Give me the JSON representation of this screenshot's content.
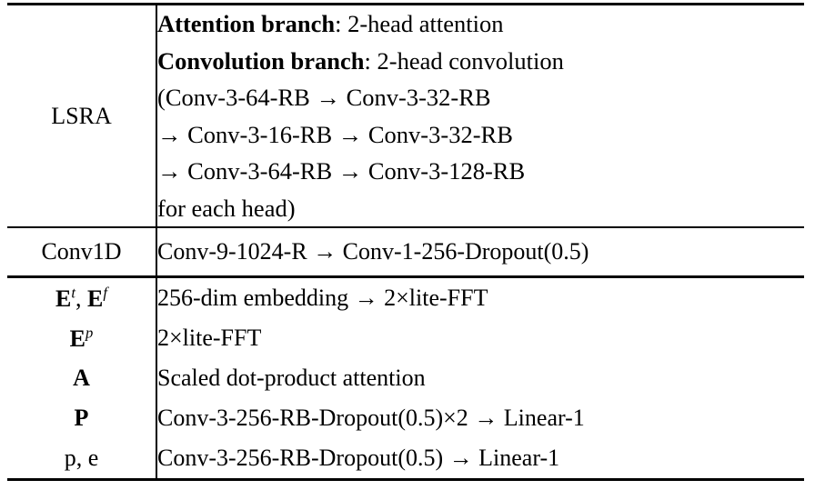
{
  "table": {
    "type": "architecture-spec-table",
    "columns": 2,
    "rules": {
      "top": "thick",
      "after_lsra": "thin",
      "after_conv1d": "thick",
      "bottom": "thick"
    },
    "sections": [
      {
        "name": "lsra-section",
        "rows": [
          {
            "id": "lsra",
            "label": "LSRA",
            "label_style": "plain",
            "body_lines": [
              {
                "bold_prefix": "Attention branch",
                "rest": ": 2-head attention"
              },
              {
                "bold_prefix": "Convolution branch",
                "rest": ": 2-head convolution"
              },
              {
                "bold_prefix": "",
                "rest": "(Conv-3-64-RB → Conv-3-32-RB"
              },
              {
                "bold_prefix": "",
                "rest": "→ Conv-3-16-RB → Conv-3-32-RB"
              },
              {
                "bold_prefix": "",
                "rest": "→ Conv-3-64-RB → Conv-3-128-RB"
              },
              {
                "bold_prefix": "",
                "rest": "for each head)"
              }
            ]
          }
        ]
      },
      {
        "name": "conv1d-section",
        "rows": [
          {
            "id": "conv1d",
            "label": "Conv1D",
            "label_style": "plain",
            "body": "Conv-9-1024-R → Conv-1-256-Dropout(0.5)"
          }
        ]
      },
      {
        "name": "modules-section",
        "rows": [
          {
            "id": "embeddings-tf",
            "label_parts": [
              {
                "base": "E",
                "sup": "t",
                "bold": true
              },
              {
                "base": ", ",
                "sup": "",
                "bold": false
              },
              {
                "base": "E",
                "sup": "f",
                "bold": true
              }
            ],
            "body": "256-dim embedding → 2×lite-FFT"
          },
          {
            "id": "embedding-p",
            "label_parts": [
              {
                "base": "E",
                "sup": "p",
                "bold": true
              }
            ],
            "body": "2×lite-FFT"
          },
          {
            "id": "attention-a",
            "label_parts": [
              {
                "base": "A",
                "sup": "",
                "bold": true
              }
            ],
            "body": "Scaled dot-product attention"
          },
          {
            "id": "predictor-p",
            "label_parts": [
              {
                "base": "P",
                "sup": "",
                "bold": true
              }
            ],
            "body": "Conv-3-256-RB-Dropout(0.5)×2 → Linear-1"
          },
          {
            "id": "scalars-p-e",
            "label_parts": [
              {
                "base": "p, e",
                "sup": "",
                "bold": false
              }
            ],
            "body": "Conv-3-256-RB-Dropout(0.5) → Linear-1"
          }
        ]
      }
    ]
  }
}
